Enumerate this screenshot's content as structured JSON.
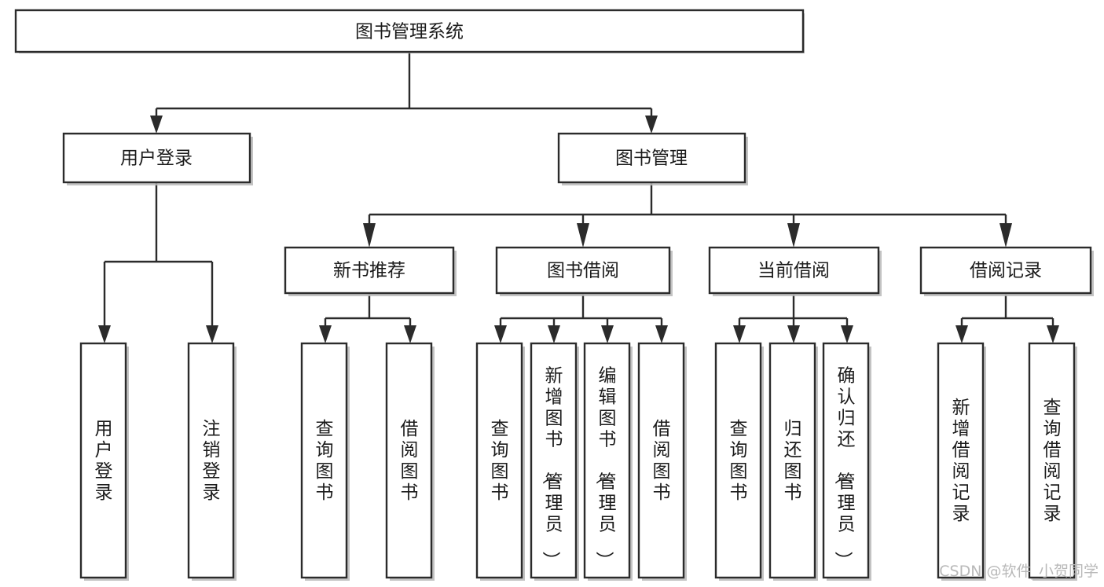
{
  "diagram": {
    "title": "图书管理系统",
    "type": "tree-hierarchy",
    "root": {
      "id": "root",
      "label": "图书管理系统",
      "orientation": "horizontal"
    },
    "level2": [
      {
        "id": "user-login",
        "label": "用户登录",
        "orientation": "horizontal"
      },
      {
        "id": "book-manage",
        "label": "图书管理",
        "orientation": "horizontal"
      }
    ],
    "level3": [
      {
        "id": "new-book-recommend",
        "label": "新书推荐",
        "orientation": "horizontal",
        "parent": "book-manage"
      },
      {
        "id": "book-borrow",
        "label": "图书借阅",
        "orientation": "horizontal",
        "parent": "book-manage"
      },
      {
        "id": "current-borrow",
        "label": "当前借阅",
        "orientation": "horizontal",
        "parent": "book-manage"
      },
      {
        "id": "borrow-record",
        "label": "借阅记录",
        "orientation": "horizontal",
        "parent": "book-manage"
      }
    ],
    "leaves": [
      {
        "id": "leaf-user-login",
        "label": "用户登录",
        "orientation": "vertical",
        "parent": "user-login"
      },
      {
        "id": "leaf-user-logout",
        "label": "注销登录",
        "orientation": "vertical",
        "parent": "user-login"
      },
      {
        "id": "leaf-query-book-1",
        "label": "查询图书",
        "orientation": "vertical",
        "parent": "new-book-recommend"
      },
      {
        "id": "leaf-borrow-book-1",
        "label": "借阅图书",
        "orientation": "vertical",
        "parent": "new-book-recommend"
      },
      {
        "id": "leaf-query-book-2",
        "label": "查询图书",
        "orientation": "vertical",
        "parent": "book-borrow"
      },
      {
        "id": "leaf-add-book",
        "label": "新增图书（管理员）",
        "orientation": "vertical",
        "parent": "book-borrow"
      },
      {
        "id": "leaf-edit-book",
        "label": "编辑图书（管理员）",
        "orientation": "vertical",
        "parent": "book-borrow"
      },
      {
        "id": "leaf-borrow-book-2",
        "label": "借阅图书",
        "orientation": "vertical",
        "parent": "book-borrow"
      },
      {
        "id": "leaf-query-book-3",
        "label": "查询图书",
        "orientation": "vertical",
        "parent": "current-borrow"
      },
      {
        "id": "leaf-return-book",
        "label": "归还图书",
        "orientation": "vertical",
        "parent": "current-borrow"
      },
      {
        "id": "leaf-confirm-return",
        "label": "确认归还（管理员）",
        "orientation": "vertical",
        "parent": "current-borrow"
      },
      {
        "id": "leaf-add-record",
        "label": "新增借阅记录",
        "orientation": "vertical",
        "parent": "borrow-record"
      },
      {
        "id": "leaf-query-record",
        "label": "查询借阅记录",
        "orientation": "vertical",
        "parent": "borrow-record"
      }
    ],
    "colors": {
      "box_stroke": "#2b2b2b",
      "box_fill": "#ffffff",
      "text": "#1b1b1b",
      "shadow": "#b8b8b8",
      "watermark": "#b9b9b9",
      "background": "#ffffff"
    }
  },
  "watermark": {
    "text": "CSDN @软件_小贺同学"
  }
}
